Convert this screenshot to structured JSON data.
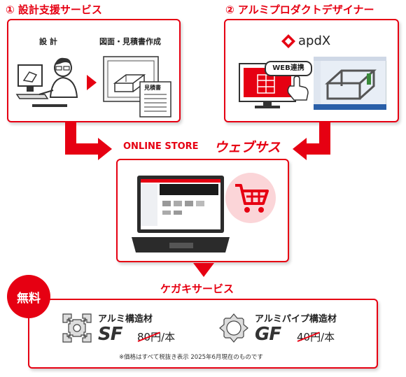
{
  "section1": {
    "title": "① 設計支援サービス",
    "design_label": "設 計",
    "drawing_label": "図面・見積書作成",
    "doc_label": "見積書"
  },
  "section2": {
    "title": "② アルミプロダクトデザイナー",
    "logo_text": "apdX",
    "web_badge": "WEB連携"
  },
  "store": {
    "prefix": "ONLINE STORE",
    "name": "ウェブサス"
  },
  "kegaki": {
    "title": "ケガキサービス",
    "free_badge": "無料"
  },
  "products": [
    {
      "name": "アルミ構造材",
      "code": "SF",
      "price": "80円/本",
      "struck": "80円"
    },
    {
      "name": "アルミパイプ構造材",
      "code": "GF",
      "price": "40円/本",
      "struck": "40円"
    }
  ],
  "note": "※価格はすべて税抜き表示 2025年6月現在のものです",
  "colors": {
    "accent": "#e60012",
    "pink": "#fbd5d8"
  }
}
